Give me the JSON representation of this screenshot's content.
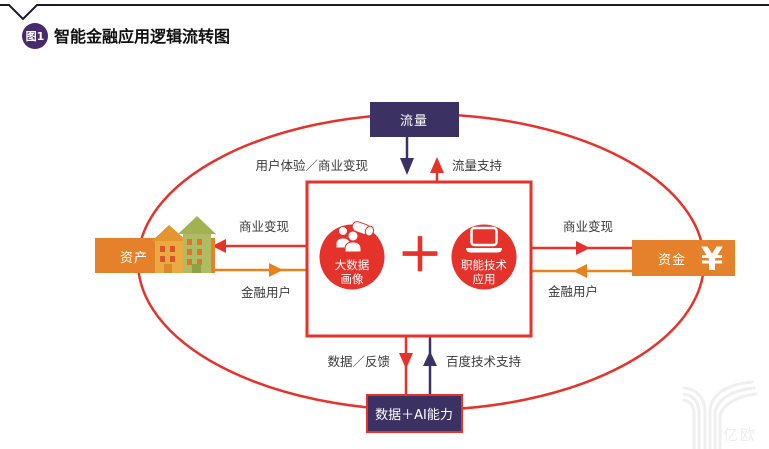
{
  "header": {
    "badge": "图1",
    "title": "智能金融应用逻辑流转图"
  },
  "nodes": {
    "traffic": {
      "label": "流量"
    },
    "data_ai": {
      "label": "数据＋AI能力"
    },
    "assets": {
      "label": "资产",
      "icon": "buildings-icon"
    },
    "funds": {
      "label": "资金",
      "symbol": "¥",
      "icon": "yen-icon"
    }
  },
  "center": {
    "big_data": {
      "line1": "大数据",
      "line2": "画像",
      "icon": "users-data-icon"
    },
    "tech": {
      "line1": "职能技术",
      "line2": "应用",
      "icon": "laptop-icon"
    },
    "plus": "＋"
  },
  "labels": {
    "user_exp": "用户体验／商业变现",
    "traffic_support": "流量支持",
    "monetize_left": "商业变现",
    "fin_users_left": "金融用户",
    "monetize_right": "商业变现",
    "fin_users_right": "金融用户",
    "data_feedback": "数据／反馈",
    "baidu_support": "百度技术支持"
  },
  "watermark": {
    "text": "亿欧"
  },
  "colors": {
    "red": "#e5332c",
    "orange": "#e5802b",
    "arrow_orange": "#e8821c",
    "navy": "#3b3163",
    "badge_purple": "#482b6e",
    "top_line": "#1d1930",
    "label_text": "#3a3a3a",
    "house_orange_body": "#ebaa41",
    "house_orange_roof": "#e5952f",
    "house_green_body": "#aebc63",
    "house_green_roof": "#a3b251",
    "window_orange": "#e0742c",
    "window_red": "#d9542b",
    "watermark_gray": "#ededed"
  }
}
